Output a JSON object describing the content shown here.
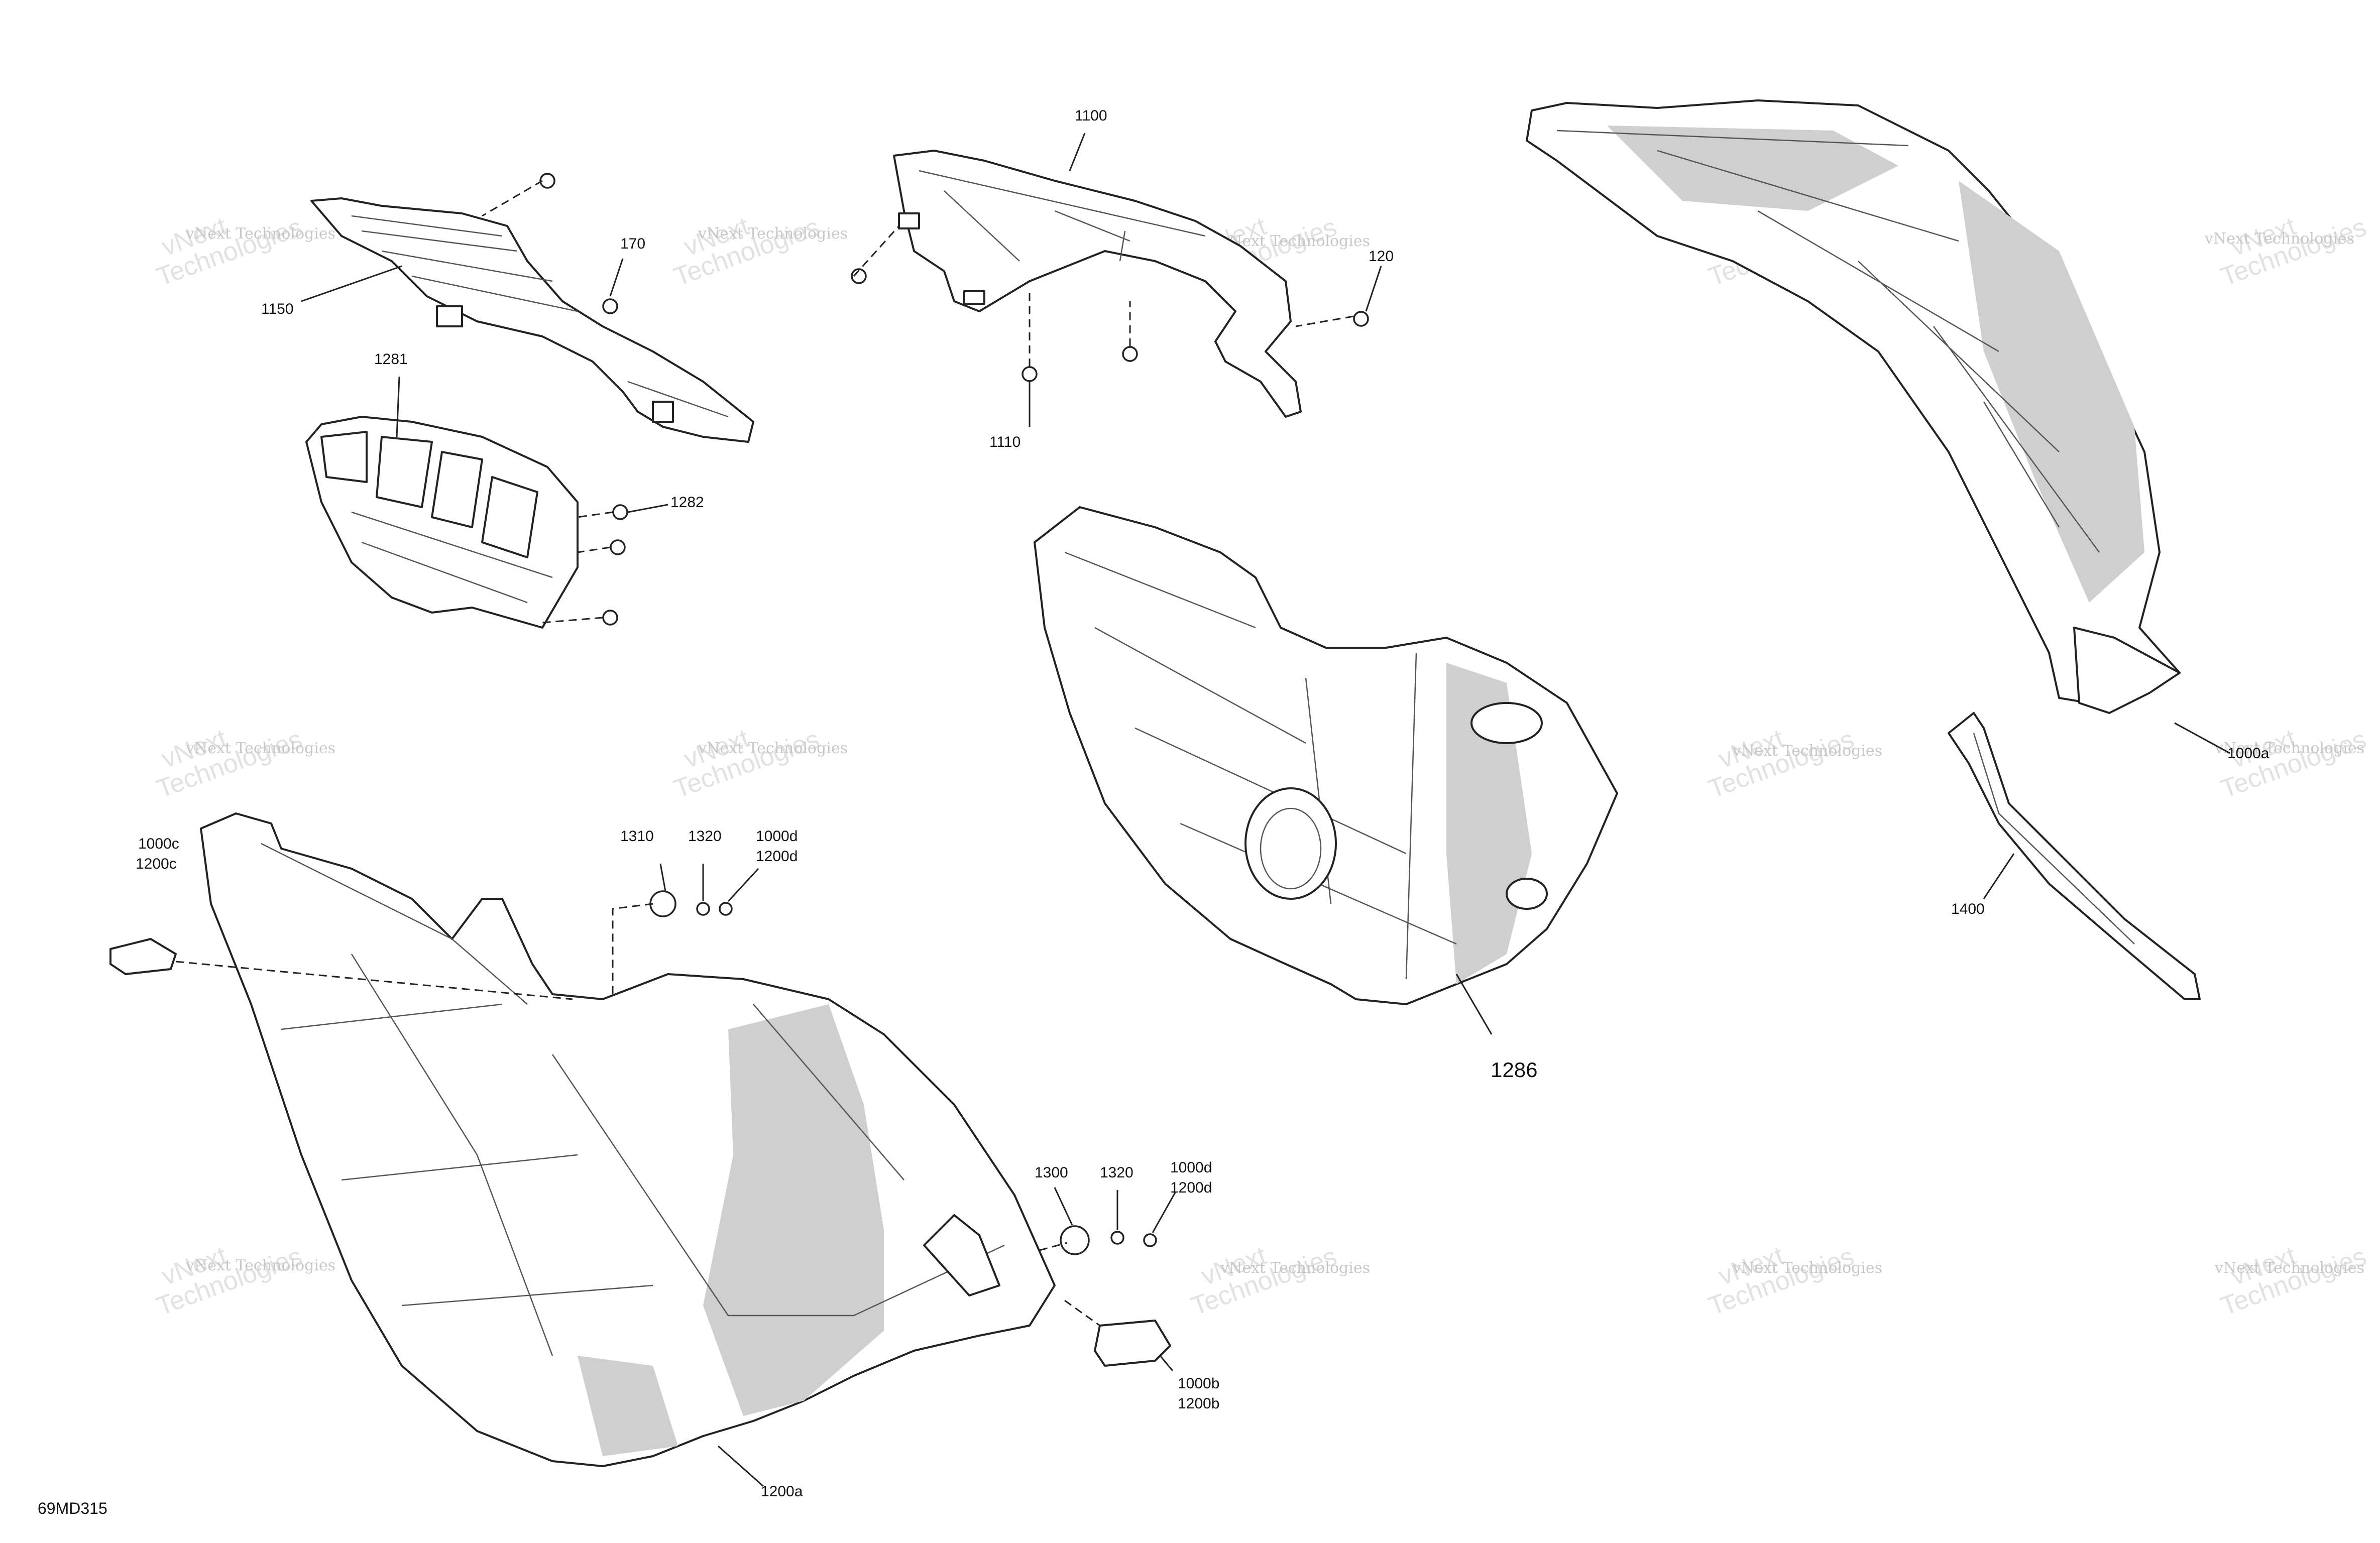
{
  "diagram_code": "69MD315",
  "watermark": {
    "company": "vNext Technologies",
    "large_line_1": "vNext",
    "large_line_2": "Technologies"
  },
  "callouts": {
    "p1100": "1100",
    "p170": "170",
    "p120": "120",
    "p1150": "1150",
    "p1110": "1110",
    "p1281": "1281",
    "p1282": "1282",
    "p1000c": "1000c",
    "p1200c": "1200c",
    "p1310": "1310",
    "p1320_top": "1320",
    "p1000d_top": "1000d",
    "p1200d_top": "1200d",
    "p1286": "1286",
    "p1000a": "1000a",
    "p1400": "1400",
    "p1300": "1300",
    "p1320_bottom": "1320",
    "p1000d_bottom": "1000d",
    "p1200d_bottom": "1200d",
    "p1000b": "1000b",
    "p1200b": "1200b",
    "p1200a": "1200a"
  }
}
